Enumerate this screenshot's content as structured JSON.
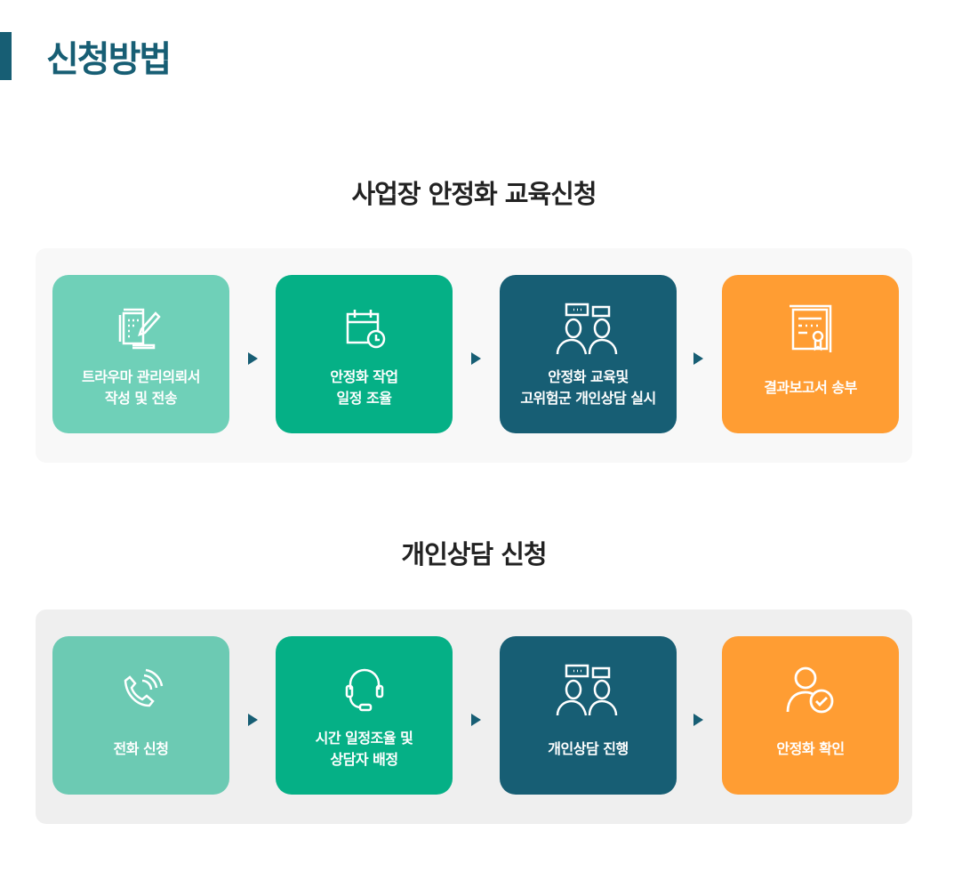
{
  "page_title": "신청방법",
  "sections": [
    {
      "title": "사업장 안정화 교육신청",
      "steps": [
        {
          "lines": [
            "트라우마 관리의뢰서",
            "작성 및 전송"
          ],
          "icon": "document-pen-icon",
          "color": "#6fd0b8"
        },
        {
          "lines": [
            "안정화 작업",
            "일정 조율"
          ],
          "icon": "calendar-clock-icon",
          "color": "#05b086"
        },
        {
          "lines": [
            "안정화 교육및",
            "고위험군 개인상담 실시"
          ],
          "icon": "people-chat-icon",
          "color": "#175e74"
        },
        {
          "lines": [
            "결과보고서 송부"
          ],
          "icon": "certificate-icon",
          "color": "#ff9d33"
        }
      ]
    },
    {
      "title": "개인상담 신청",
      "steps": [
        {
          "lines": [
            "전화 신청"
          ],
          "icon": "phone-icon",
          "color": "#6ccab3"
        },
        {
          "lines": [
            "시간 일정조율 및",
            "상담자 배정"
          ],
          "icon": "headset-icon",
          "color": "#05b086"
        },
        {
          "lines": [
            "개인상담 진행"
          ],
          "icon": "people-chat-icon",
          "color": "#175e74"
        },
        {
          "lines": [
            "안정화 확인"
          ],
          "icon": "user-check-icon",
          "color": "#ff9d33"
        }
      ]
    }
  ]
}
